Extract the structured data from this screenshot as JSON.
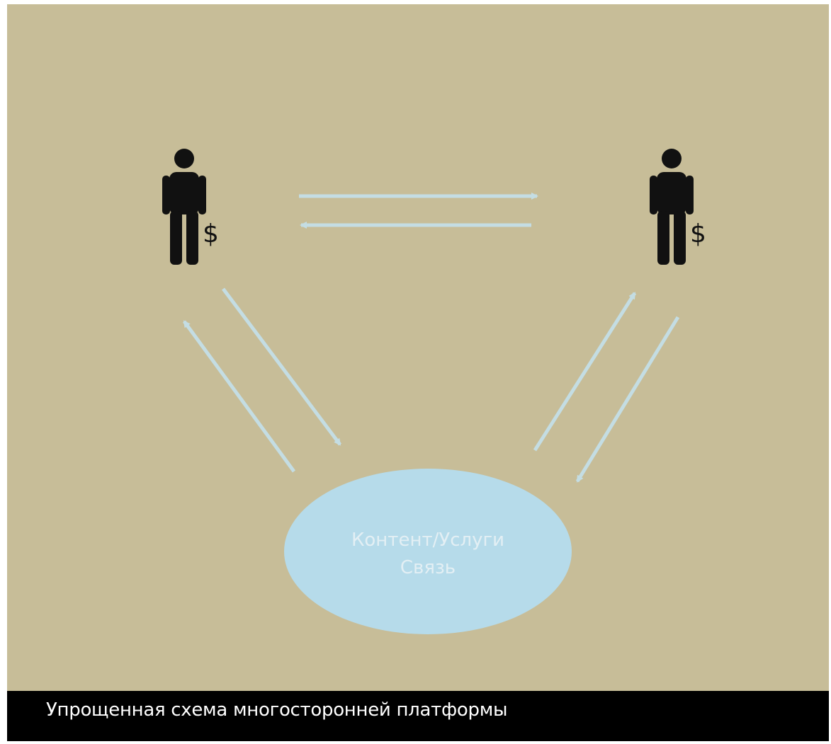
{
  "caption": "Упрощенная схема многосторонней платформы",
  "platform": {
    "line1": "Контент/Услуги",
    "line2": "Связь"
  },
  "participants": [
    {
      "name": "person-left",
      "symbol": "$"
    },
    {
      "name": "person-right",
      "symbol": "$"
    }
  ],
  "colors": {
    "background": "#c7bd98",
    "arrow": "#c4dde3",
    "ellipse": "#b6dbea",
    "figure": "#111111",
    "caption_bar": "#000000",
    "caption_text": "#ffffff"
  },
  "icons": [
    "person-icon",
    "dollar-sign",
    "arrow"
  ]
}
